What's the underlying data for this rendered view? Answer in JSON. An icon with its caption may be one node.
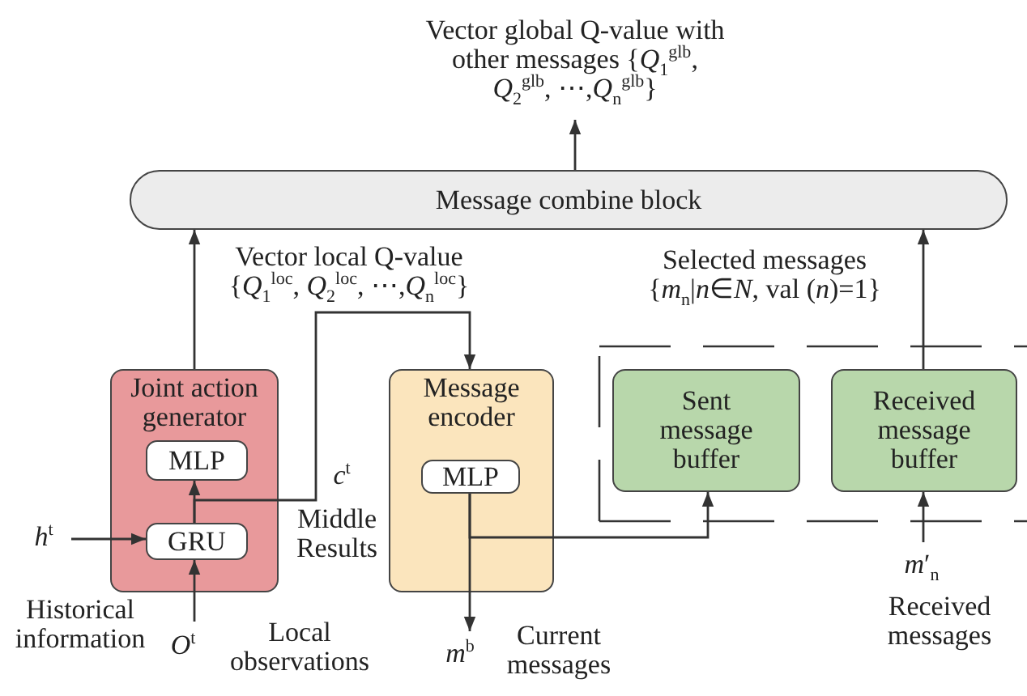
{
  "diagram": {
    "nodes": [
      {
        "text": [
          "Message combine block"
        ]
      },
      {
        "text": [
          "Joint action generator"
        ]
      },
      {
        "text": [
          "MLP"
        ],
        "in": 1
      },
      {
        "text": [
          "GRU"
        ],
        "in": 1
      },
      {
        "text": [
          "Message encoder"
        ]
      },
      {
        "text": [
          "MLP"
        ],
        "in": 4
      },
      {
        "text": [
          "Sent message buffer"
        ]
      },
      {
        "text": [
          "Received message buffer"
        ]
      },
      {
        "text": [
          "Vector global Q-value with other messages {*Q*$_{1}$$^{glb}$, *Q*$_{2}$$^{glb}$, ⋯,*Q*$_{n}$$^{glb}$}"
        ]
      },
      {
        "text": [
          "*h*$^{t}$"
        ]
      },
      {
        "text": [
          "*O*$^{t}$"
        ],
        "beside": [
          "Local observations"
        ]
      },
      {
        "text": [
          "*m*$^{b}$"
        ],
        "beside": [
          "Current messages"
        ]
      },
      {
        "text": [
          "*m*′$_{n}$"
        ],
        "beside": [
          "Received messages"
        ]
      }
    ],
    "edges": [
      {
        "from": 0,
        "to": 8,
        "arrow": "to"
      },
      {
        "from": 1,
        "to": 0,
        "arrow": "to",
        "label": "Vector local Q-value {*Q*$_{1}$$^{loc}$, *Q*$_{2}$$^{loc}$, ⋯,*Q*$_{n}$$^{loc}$}"
      },
      {
        "from": 9,
        "to": 3,
        "arrow": "to"
      },
      {
        "from": 10,
        "to": 3,
        "arrow": "to"
      },
      {
        "from": 3,
        "to": 2,
        "arrow": "to"
      },
      {
        "from": 3,
        "to": 4,
        "arrow": "to",
        "label": "*c*$^{t}$"
      },
      {
        "from": 5,
        "to": 11,
        "arrow": "to"
      },
      {
        "from": 5,
        "to": 6,
        "arrow": "to"
      },
      {
        "from": 12,
        "to": 7,
        "arrow": "to"
      },
      {
        "from": 7,
        "to": 0,
        "arrow": "to"
      }
    ],
    "labels": [
      "Selected messages {*m*$_{n}$|*n*∈*N*, val (*n*)=1}",
      "Middle Results",
      "Historical information"
    ]
  }
}
